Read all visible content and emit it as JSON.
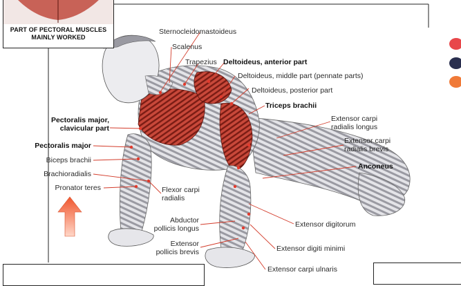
{
  "inset": {
    "caption_line1": "PART OF PECTORAL MUSCLES",
    "caption_line2": "MAINLY WORKED"
  },
  "labels": {
    "sternocleidomastoideus": "Sternocleidomastoideus",
    "scalenus": "Scalenus",
    "trapezius": "Trapezius",
    "deltoideus_anterior": "Deltoideus, anterior part",
    "deltoideus_middle": "Deltoideus, middle part (pennate parts)",
    "deltoideus_posterior": "Deltoideus, posterior part",
    "triceps_brachii": "Triceps brachii",
    "extensor_carpi_radialis_longus_1": "Extensor carpi",
    "extensor_carpi_radialis_longus_2": "radialis longus",
    "extensor_carpi_radialis_brevis_1": "Extensor carpi",
    "extensor_carpi_radialis_brevis_2": "radialis brevis",
    "anconeus": "Anconeus",
    "pectoralis_clavicular_1": "Pectoralis major,",
    "pectoralis_clavicular_2": "clavicular part",
    "pectoralis_major": "Pectoralis major",
    "biceps_brachii": "Biceps brachii",
    "brachioradialis": "Brachioradialis",
    "pronator_teres": "Pronator teres",
    "flexor_carpi_radialis_1": "Flexor carpi",
    "flexor_carpi_radialis_2": "radialis",
    "abductor_pollicis_longus_1": "Abductor",
    "abductor_pollicis_longus_2": "pollicis longus",
    "extensor_pollicis_brevis_1": "Extensor",
    "extensor_pollicis_brevis_2": "pollicis brevis",
    "extensor_digitorum": "Extensor digitorum",
    "extensor_digiti_minimi": "Extensor digiti minimi",
    "extensor_carpi_ulnaris": "Extensor carpi ulnaris"
  },
  "colors": {
    "muscle_red": "#b8352a",
    "muscle_gray": "#cfcfd4",
    "arrow": "#f06a45",
    "dot_red": "#e8474a",
    "dot_navy": "#2a2f4f",
    "dot_orange": "#f07a38"
  }
}
